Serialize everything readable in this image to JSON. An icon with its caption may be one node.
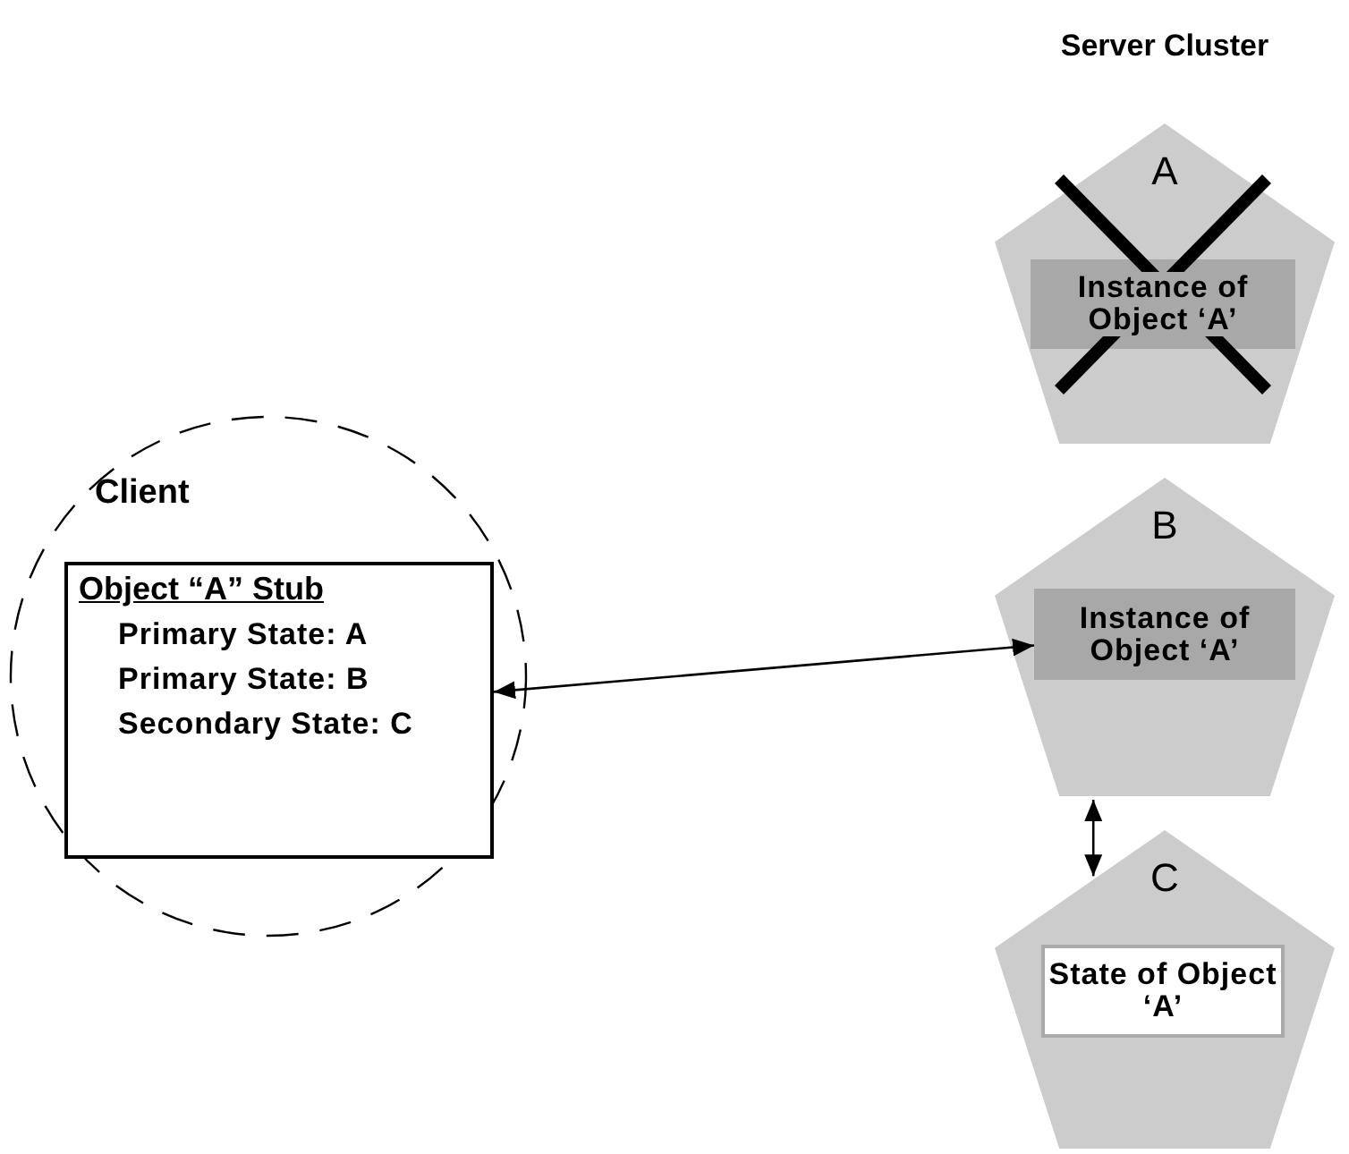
{
  "diagram": {
    "title": "Server Cluster",
    "nodes": [
      {
        "text": [
          "Client"
        ]
      },
      {
        "text": [
          "Object “A” Stub",
          "Primary State: A",
          "Primary State: B",
          "Secondary State: C"
        ],
        "in": 0
      },
      {
        "text": [
          "A"
        ]
      },
      {
        "text": [
          "Instance of Object ‘A’"
        ],
        "in": 2
      },
      {
        "text": [
          "B"
        ]
      },
      {
        "text": [
          "Instance of Object ‘A’"
        ],
        "in": 4
      },
      {
        "text": [
          "C"
        ]
      },
      {
        "text": [
          "State of Object ‘A’"
        ],
        "in": 6
      }
    ],
    "edges": [
      {
        "from": 1,
        "to": 5,
        "arrow": "both"
      },
      {
        "from": 4,
        "to": 6,
        "arrow": "both"
      }
    ]
  }
}
